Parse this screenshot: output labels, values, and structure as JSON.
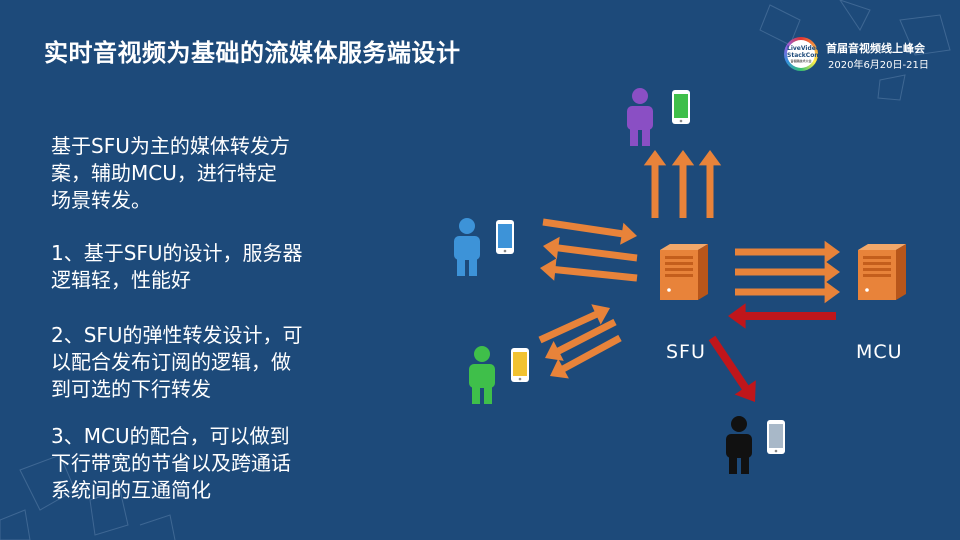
{
  "slide": {
    "title": "实时音视频为基础的流媒体服务端设计",
    "conference": {
      "logo_line1": "LiveVideo",
      "logo_line2": "StackCon",
      "logo_sub": "音视频技术大会",
      "name": "首届音视频线上峰会",
      "date": "2020年6月20日-21日"
    },
    "paragraphs": [
      {
        "lines": [
          "基于SFU为主的媒体转发方",
          "案，辅助MCU，进行特定",
          "场景转发。"
        ]
      },
      {
        "lines": [
          "1、基于SFU的设计，服务器",
          "逻辑轻，性能好"
        ]
      },
      {
        "lines": [
          "2、SFU的弹性转发设计，可",
          "以配合发布订阅的逻辑，做",
          "到可选的下行转发"
        ]
      },
      {
        "lines": [
          "3、MCU的配合，可以做到",
          "下行带宽的节省以及跨通话",
          "系统间的互通简化"
        ]
      }
    ],
    "diagram": {
      "sfu_label": "SFU",
      "mcu_label": "MCU",
      "colors": {
        "arrow_orange": "#e8833a",
        "arrow_red": "#c0161b",
        "server_orange": "#e8833a",
        "user_purple": "#8a4fc4",
        "user_blue": "#3d93d8",
        "user_green": "#3fbf4a",
        "user_black": "#111111",
        "phone_green": "#3fbf4a",
        "phone_blue": "#3d93d8",
        "phone_yellow": "#f2c230",
        "phone_gray": "#a8b8c8"
      },
      "icons": [
        "user-icon",
        "phone-icon",
        "server-icon"
      ]
    }
  }
}
